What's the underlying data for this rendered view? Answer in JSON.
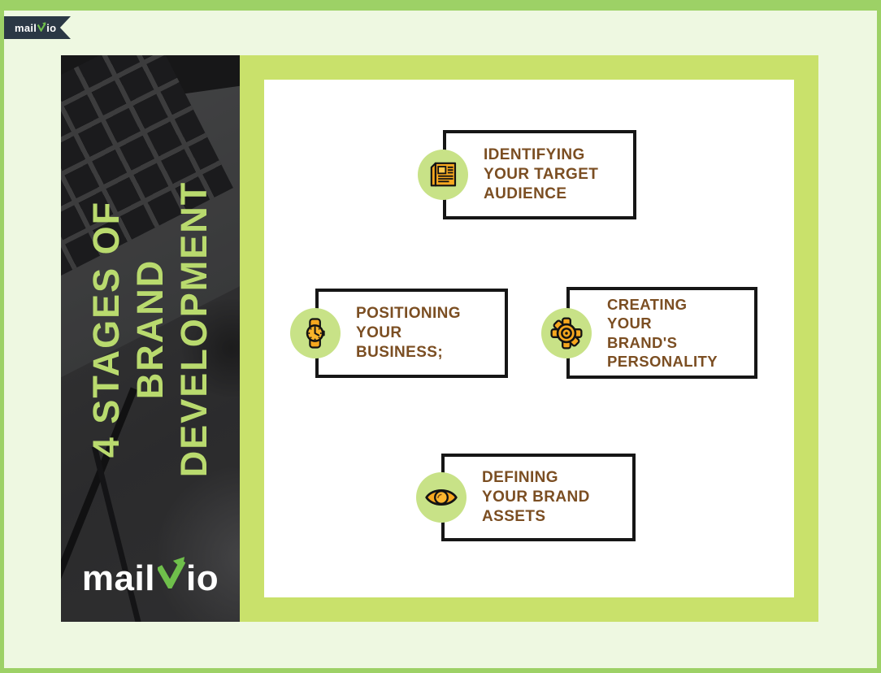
{
  "badge": {
    "prefix": "mail",
    "suffix": "io"
  },
  "sidebar": {
    "title_lines": [
      "4 STAGES OF",
      "BRAND",
      "DEVELOPMENT"
    ],
    "logo_prefix": "mail",
    "logo_suffix": "io"
  },
  "stages": [
    {
      "icon": "newspaper",
      "lines": [
        "IDENTIFYING",
        "YOUR TARGET",
        "AUDIENCE"
      ]
    },
    {
      "icon": "watch",
      "lines": [
        "POSITIONING",
        "YOUR",
        "BUSINESS;"
      ]
    },
    {
      "icon": "gear",
      "lines": [
        "CREATING",
        "YOUR",
        "BRAND'S",
        "PERSONALITY"
      ]
    },
    {
      "icon": "eye",
      "lines": [
        "DEFINING",
        "YOUR BRAND",
        "ASSETS"
      ]
    }
  ],
  "colors": {
    "frame_green": "#9dd166",
    "background_pale": "#eef8e1",
    "card_green": "#c9e16b",
    "circle_green": "#c8e287",
    "title_green": "#b9da6e",
    "text_brown": "#7b4e22",
    "icon_orange": "#f6a71f",
    "badge_navy": "#2b3845",
    "logo_arrow_green": "#6fbf4b",
    "box_border": "#161616"
  }
}
